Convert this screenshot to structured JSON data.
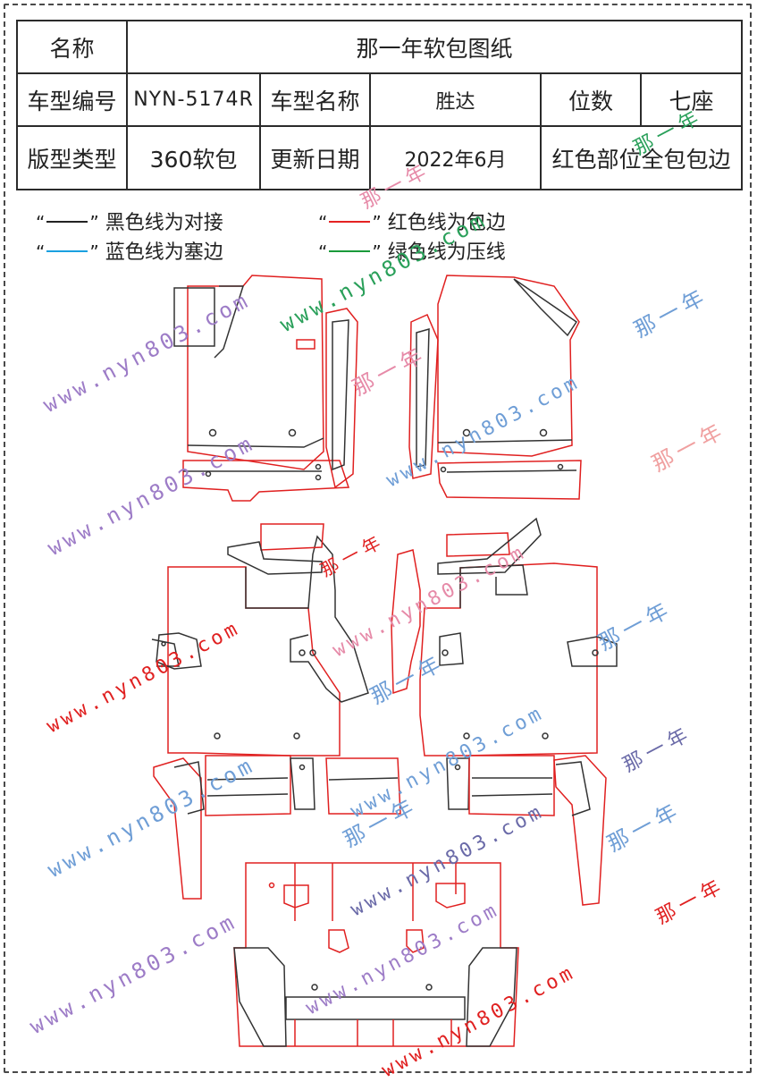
{
  "table": {
    "name_label": "名称",
    "name_value": "那一年软包图纸",
    "model_code_label": "车型编号",
    "model_code_value": "NYN-5174R",
    "model_name_label": "车型名称",
    "model_name_value": "胜达",
    "seats_label": "位数",
    "seats_value": "七座",
    "type_label": "版型类型",
    "type_value": "360软包",
    "date_label": "更新日期",
    "date_value": "2022年6月",
    "note_value": "红色部位全包包边"
  },
  "legend": {
    "open_quote": "“",
    "close_quote": "”",
    "black_text": "黑色线为对接",
    "red_text": "红色线为包边",
    "blue_text": "蓝色线为塞边",
    "green_text": "绿色线为压线",
    "colors": {
      "black": "#222222",
      "red": "#e52222",
      "blue": "#1aa0e0",
      "green": "#1a9a3a"
    }
  },
  "watermarks": {
    "url": "www.nyn803.com",
    "brand": "那一年"
  },
  "colors": {
    "cut_red": "#e02020",
    "seam_black": "#333333"
  }
}
